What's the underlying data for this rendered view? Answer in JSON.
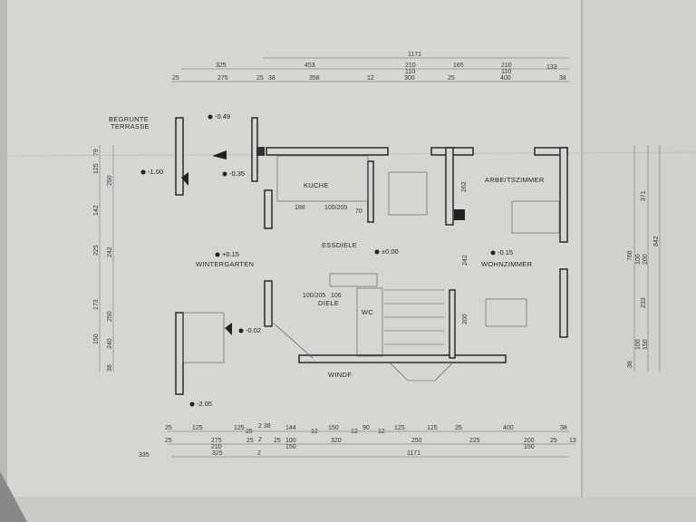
{
  "rooms": {
    "kitchen": "KUCHE",
    "dining": "ESSDIELE",
    "study": "ARBEITSZIMMER",
    "living": "WOHNZIMMER",
    "wintergarden": "WINTERGARTEN",
    "hall": "DIELE",
    "wc": "WC",
    "windfang": "WINDF",
    "terrace_1": "BEGRUNTE",
    "terrace_2": "TERRASSE"
  },
  "elevations": {
    "terrace": "-0.49",
    "garden": "-1.00",
    "entry_top": "-0.35",
    "wintergarden": "+0.15",
    "dining": "±0.00",
    "living": "-0.15",
    "entry_bottom": "-0.02",
    "lower": "-2.05"
  },
  "inner_dims": {
    "kitchen_a": "188",
    "kitchen_door": "100/205",
    "kitchen_b": "70",
    "hall_door": "100/205",
    "hall_a": "106",
    "study_a": "262",
    "living_a": "242",
    "living_b": "200"
  },
  "top_dims": {
    "row1": [
      {
        "t": "1171"
      }
    ],
    "row2": [
      {
        "t": "325"
      },
      {
        "t": "453"
      },
      {
        "t": "210"
      },
      {
        "t": "110"
      },
      {
        "t": "165"
      },
      {
        "t": "210"
      },
      {
        "t": "110"
      },
      {
        "t": "133"
      }
    ],
    "row3": [
      {
        "t": "25"
      },
      {
        "t": "275"
      },
      {
        "t": "25"
      },
      {
        "t": "38"
      },
      {
        "t": "358"
      },
      {
        "t": "12"
      },
      {
        "t": "300"
      },
      {
        "t": "25"
      },
      {
        "t": "400"
      },
      {
        "t": "38"
      }
    ]
  },
  "bottom_dims": {
    "row1": [
      {
        "t": "25"
      },
      {
        "t": "125"
      },
      {
        "t": "125"
      },
      {
        "t": "25"
      },
      {
        "t": "2 38"
      },
      {
        "t": "144"
      },
      {
        "t": "12"
      },
      {
        "t": "150"
      },
      {
        "t": "12"
      },
      {
        "t": "90"
      },
      {
        "t": "12"
      },
      {
        "t": "125"
      },
      {
        "t": "125"
      },
      {
        "t": "25"
      },
      {
        "t": "400"
      },
      {
        "t": "38"
      }
    ],
    "row2": [
      {
        "t": "25"
      },
      {
        "t": "275"
      },
      {
        "t": "210"
      },
      {
        "t": "25"
      },
      {
        "t": "2"
      },
      {
        "t": "25"
      },
      {
        "t": "100"
      },
      {
        "t": "150"
      },
      {
        "t": "320"
      },
      {
        "t": "250"
      },
      {
        "t": "225"
      },
      {
        "t": "200"
      },
      {
        "t": "150"
      },
      {
        "t": "25"
      },
      {
        "t": "13"
      }
    ],
    "row3": [
      {
        "t": "335"
      },
      {
        "t": "325"
      },
      {
        "t": "2"
      },
      {
        "t": "1171"
      }
    ]
  },
  "left_dims": [
    {
      "t": "79"
    },
    {
      "t": "125"
    },
    {
      "t": "250"
    },
    {
      "t": "142"
    },
    {
      "t": "225"
    },
    {
      "t": "242"
    },
    {
      "t": "173"
    },
    {
      "t": "250"
    },
    {
      "t": "240"
    },
    {
      "t": "150"
    },
    {
      "t": "38"
    }
  ],
  "right_dims": [
    {
      "t": "371"
    },
    {
      "t": "766"
    },
    {
      "t": "842"
    },
    {
      "t": "100"
    },
    {
      "t": "200"
    },
    {
      "t": "233"
    },
    {
      "t": "100"
    },
    {
      "t": "150"
    },
    {
      "t": "38"
    }
  ]
}
